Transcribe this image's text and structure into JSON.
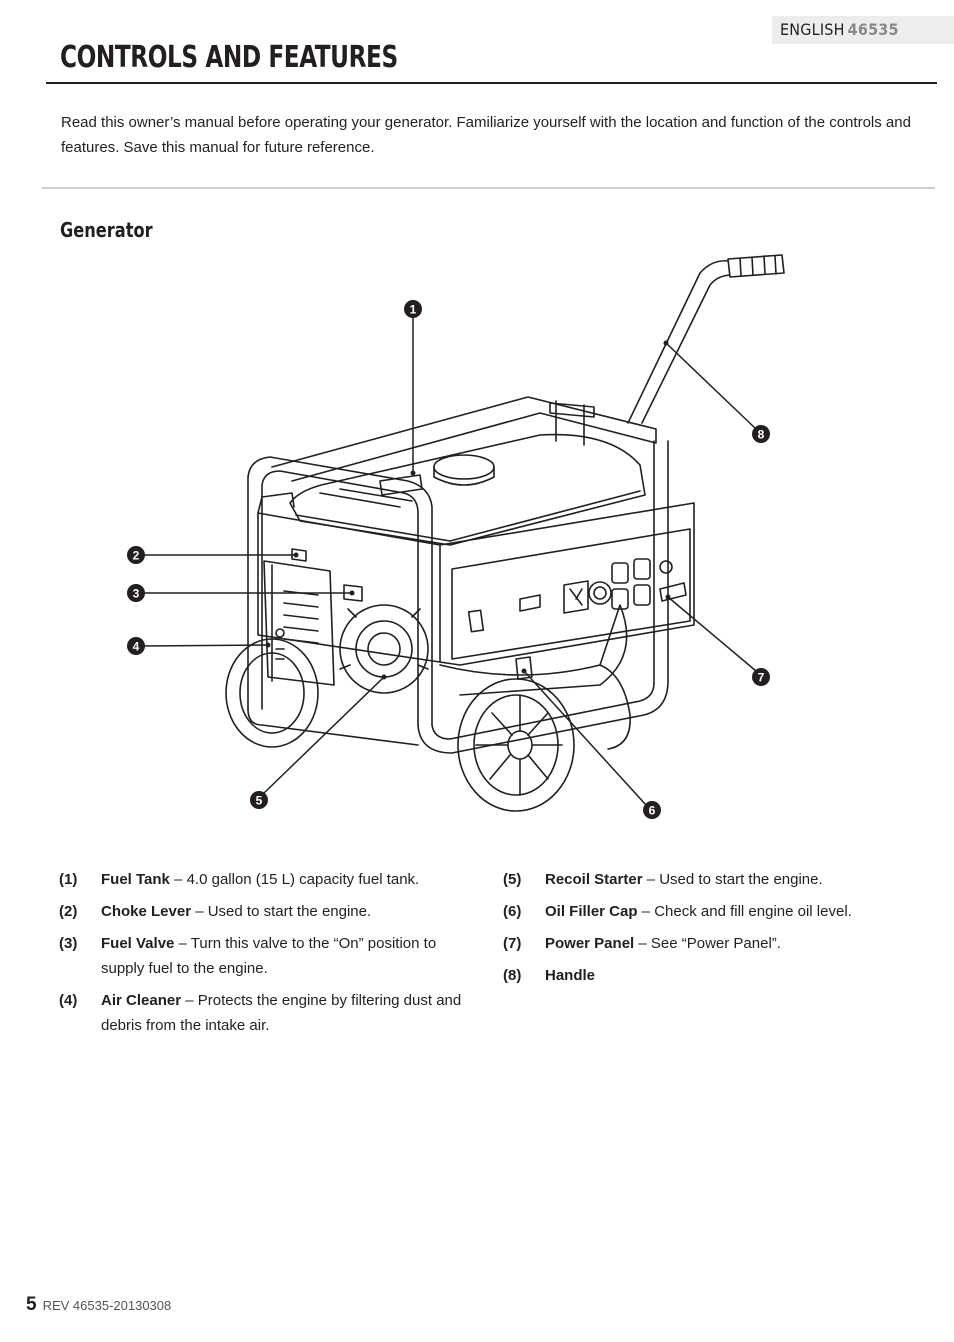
{
  "header": {
    "language": "ENGLISH",
    "model": "46535"
  },
  "title": "CONTROLS AND FEATURES",
  "intro": "Read this owner’s manual before operating your generator. Familiarize yourself with the location and function of the controls and features. Save this manual for future reference.",
  "section_heading": "Generator",
  "callouts": [
    "1",
    "2",
    "3",
    "4",
    "5",
    "6",
    "7",
    "8"
  ],
  "legend_left": [
    {
      "num": "(1)",
      "name": "Fuel Tank",
      "desc": " – 4.0 gallon (15 L) capacity fuel tank."
    },
    {
      "num": "(2)",
      "name": "Choke Lever",
      "desc": " – Used to start the engine."
    },
    {
      "num": "(3)",
      "name": "Fuel Valve",
      "desc": " – Turn this valve to the “On” position to supply fuel to the engine."
    },
    {
      "num": "(4)",
      "name": "Air Cleaner",
      "desc": " – Protects the engine by filtering dust and debris from the intake air."
    }
  ],
  "legend_right": [
    {
      "num": "(5)",
      "name": "Recoil Starter",
      "desc": " – Used to start the engine."
    },
    {
      "num": "(6)",
      "name": "Oil Filler Cap",
      "desc": " – Check and fill engine oil level."
    },
    {
      "num": "(7)",
      "name": "Power Panel",
      "desc": " – See “Power Panel”."
    },
    {
      "num": "(8)",
      "name": "Handle",
      "desc": ""
    }
  ],
  "footer": {
    "page_number": "5",
    "revision": "REV 46535-20130308"
  }
}
